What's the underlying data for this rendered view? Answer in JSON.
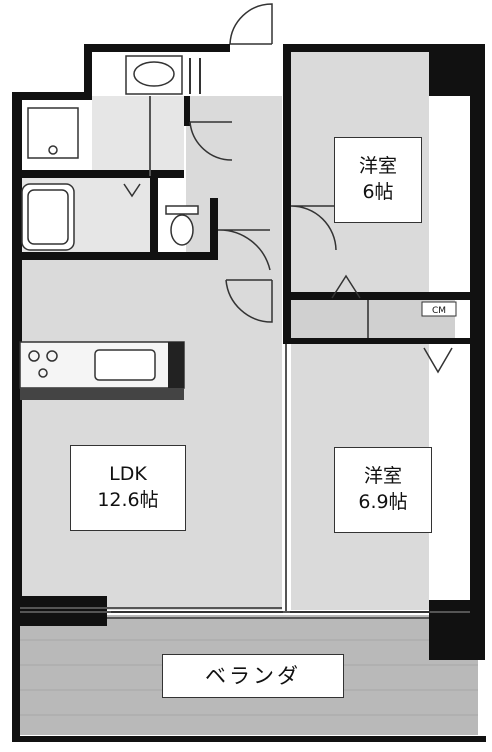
{
  "rooms": {
    "bedroom_upper": {
      "name": "洋室",
      "size": "6帖"
    },
    "bedroom_lower": {
      "name": "洋室",
      "size": "6.9帖"
    },
    "ldk": {
      "name": "LDK",
      "size": "12.6帖"
    },
    "balcony": {
      "name": "ベランダ"
    }
  },
  "fixtures": {
    "storage_tag": "CM"
  },
  "colors": {
    "wall": "#111111",
    "floor": "#dadada",
    "balcony_floor": "#b9b9b9",
    "line": "#555555"
  }
}
